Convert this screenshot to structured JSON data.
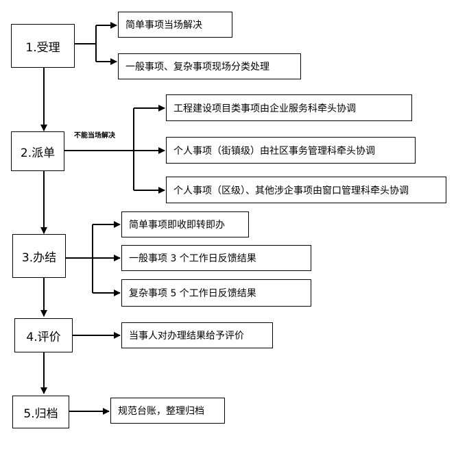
{
  "steps": [
    {
      "label": "1.受理"
    },
    {
      "label": "2.派单"
    },
    {
      "label": "3.办结"
    },
    {
      "label": "4.评价"
    },
    {
      "label": "5.归档"
    }
  ],
  "details": {
    "accept": [
      "简单事项当场解决",
      "一般事项、复杂事项现场分类处理"
    ],
    "dispatch": [
      "工程建设项目类事项由企业服务科牵头协调",
      "个人事项（街镇级）由社区事务管理科牵头协调",
      "个人事项（区级）、其他涉企事项由窗口管理科牵头协调"
    ],
    "complete": [
      "简单事项即收即转即办",
      "一般事项 3 个工作日反馈结果",
      "复杂事项 5 个工作日反馈结果"
    ],
    "evaluate": [
      "当事人对办理结果给予评价"
    ],
    "archive": [
      "规范台账，整理归档"
    ]
  },
  "edge_labels": {
    "dispatch_note": "不能当场解决"
  }
}
